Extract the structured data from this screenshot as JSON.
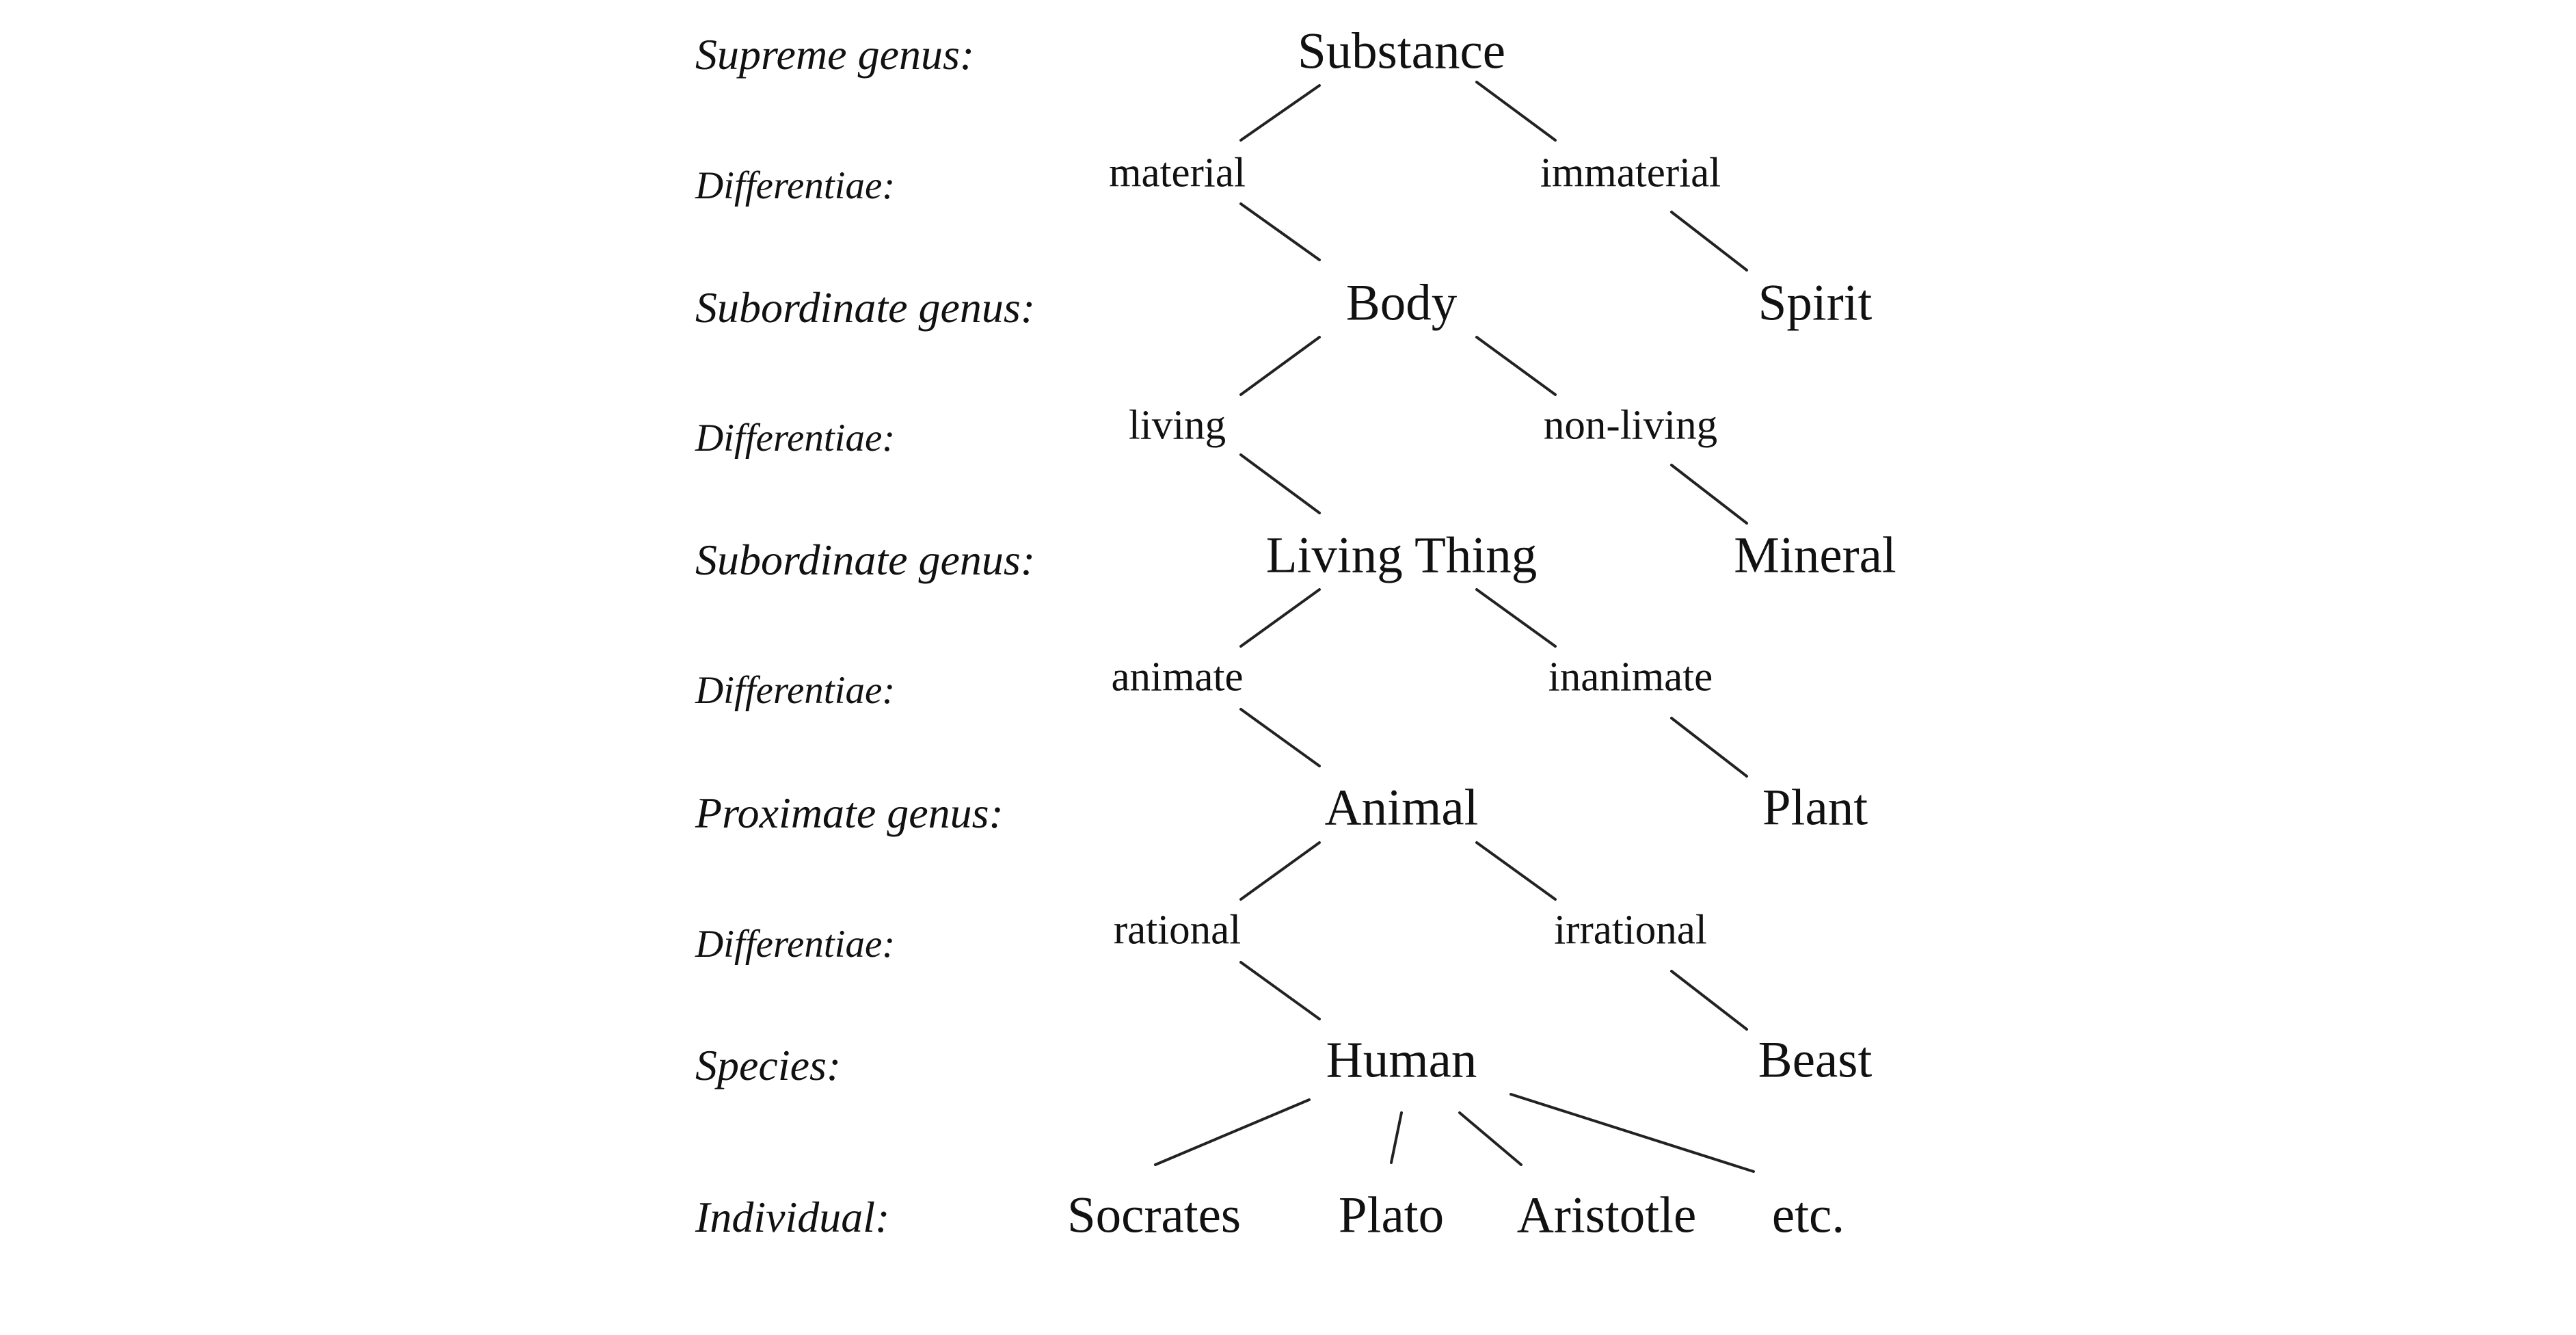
{
  "level_labels": {
    "supreme_genus": "Supreme genus:",
    "differentiae_1": "Differentiae:",
    "subordinate_genus_1": "Subordinate genus:",
    "differentiae_2": "Differentiae:",
    "subordinate_genus_2": "Subordinate genus:",
    "differentiae_3": "Differentiae:",
    "proximate_genus": "Proximate genus:",
    "differentiae_4": "Differentiae:",
    "species": "Species:",
    "individual": "Individual:"
  },
  "nodes": {
    "substance": "Substance",
    "material": "material",
    "immaterial": "immaterial",
    "body": "Body",
    "spirit": "Spirit",
    "living": "living",
    "non_living": "non-living",
    "living_thing": "Living Thing",
    "mineral": "Mineral",
    "animate": "animate",
    "inanimate": "inanimate",
    "animal": "Animal",
    "plant": "Plant",
    "rational": "rational",
    "irrational": "irrational",
    "human": "Human",
    "beast": "Beast",
    "socrates": "Socrates",
    "plato": "Plato",
    "aristotle": "Aristotle",
    "etc": "etc."
  }
}
